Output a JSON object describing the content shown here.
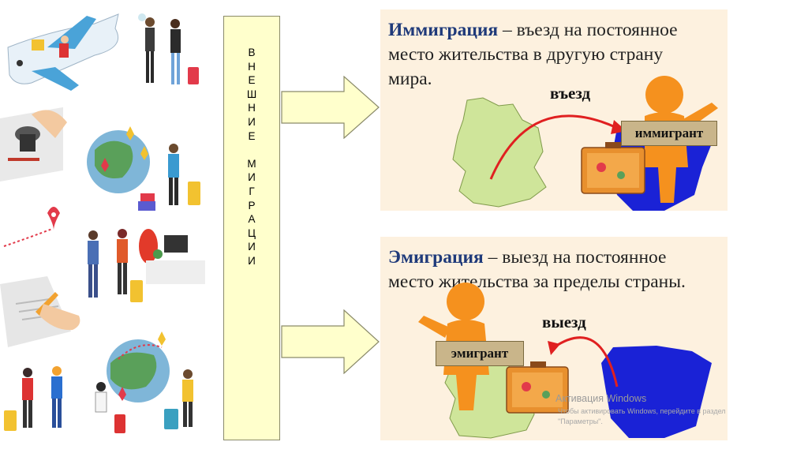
{
  "vertical_label": {
    "lines": [
      "В",
      "Н",
      "Е",
      "Ш",
      "Н",
      "И",
      "Е",
      "",
      "М",
      "И",
      "Г",
      "Р",
      "А",
      "Ц",
      "И",
      "И"
    ]
  },
  "immigration": {
    "term": "Иммиграция",
    "definition_line1": " – въезд на постоянное",
    "definition_line2": "место жительства в другую страну",
    "definition_line3": "мира.",
    "direction_label": "въезд",
    "person_tag": "иммигрант"
  },
  "emigration": {
    "term": "Эмиграция",
    "definition_line1": " – выезд на постоянное",
    "definition_line2": "место жительства за пределы страны.",
    "direction_label": "выезд",
    "person_tag": "эмигрант"
  },
  "watermark": {
    "title": "Активация Windows",
    "line1": "Чтобы активировать Windows, перейдите в раздел",
    "line2": "\"Параметры\"."
  },
  "colors": {
    "box_fill": "#ffffcc",
    "panel_bg": "#fdf1df",
    "germany": "#cfe59a",
    "spain": "#1a22d6",
    "person": "#f5911e",
    "arrow_path": "#e02020",
    "term_color": "#1f3a7a"
  },
  "icons": [
    "airplane-illustration",
    "travelers-illustration",
    "stamp-illustration",
    "globe-illustration",
    "map-pin-icon",
    "office-illustration",
    "signing-hand-illustration",
    "suitcase-icon"
  ]
}
